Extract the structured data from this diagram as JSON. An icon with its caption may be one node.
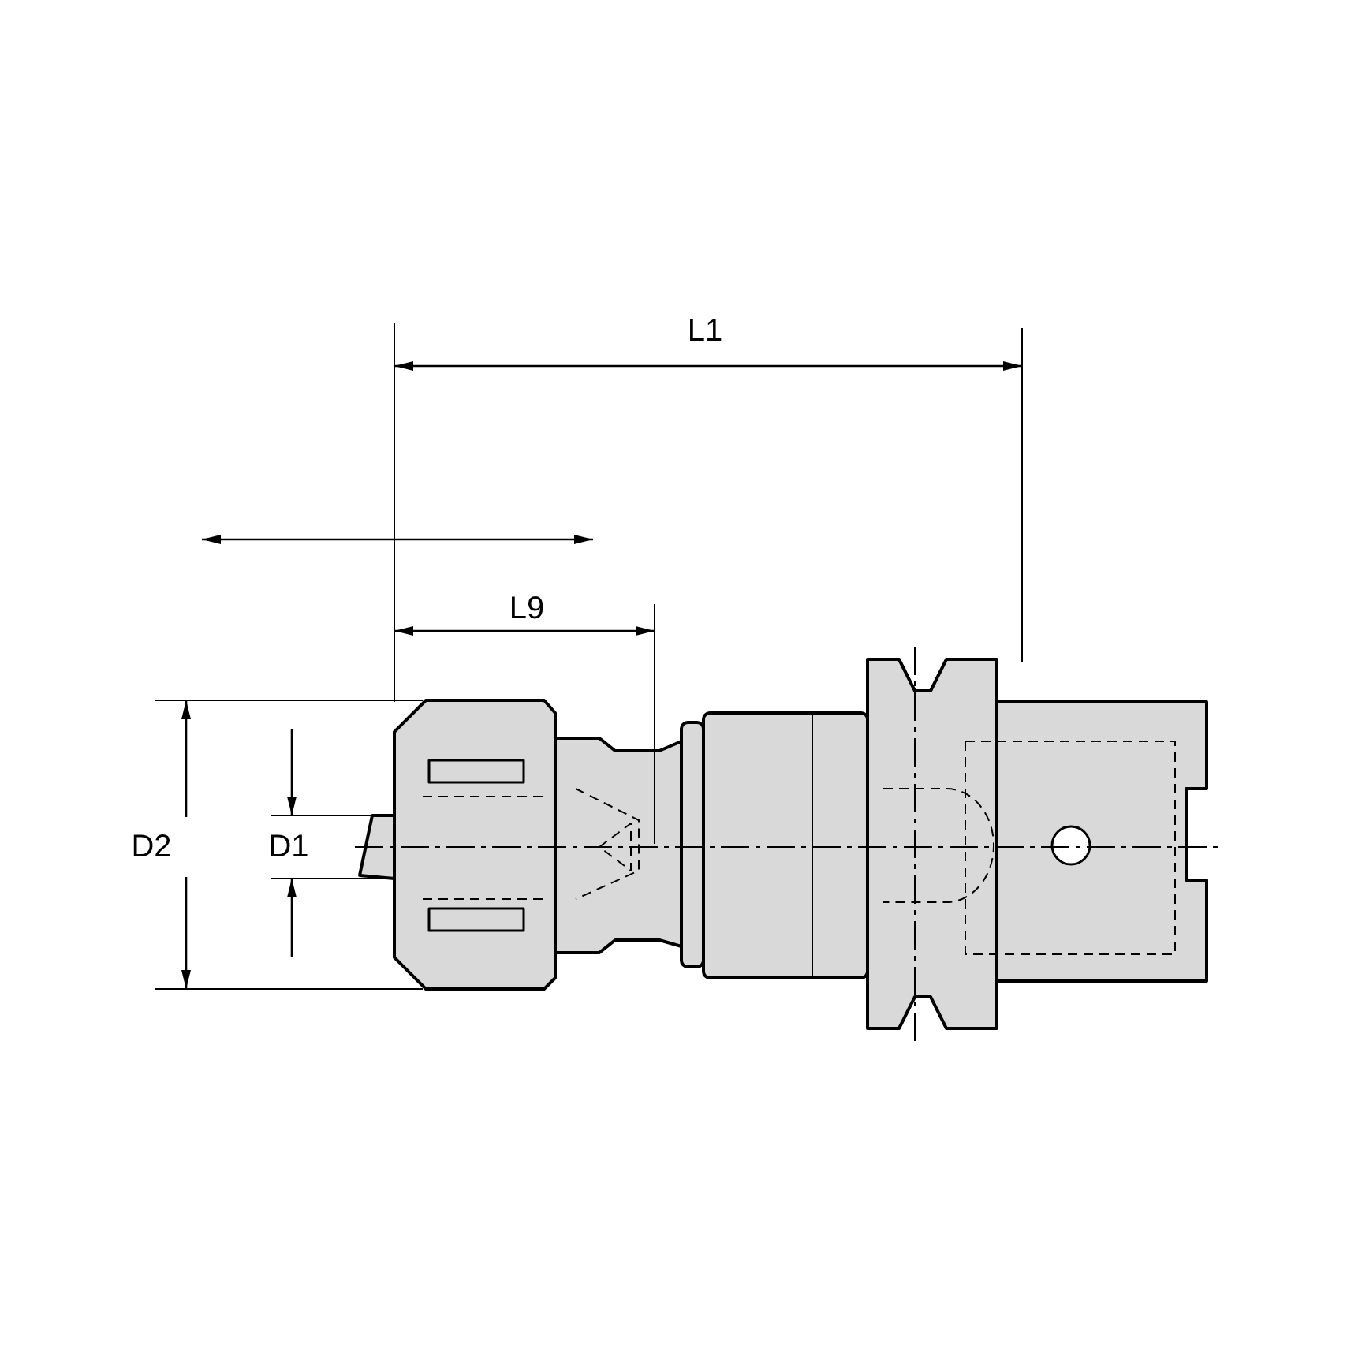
{
  "diagram": {
    "labels": [
      "L1",
      "L9",
      "D2",
      "D1"
    ]
  }
}
